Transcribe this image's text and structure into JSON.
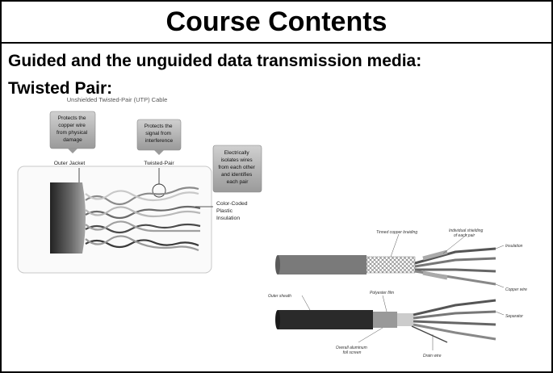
{
  "slide": {
    "title": "Course Contents",
    "heading": "Guided and the unguided data transmission media:",
    "subheading": "Twisted Pair:"
  },
  "utp_diagram": {
    "caption": "Unshielded Twisted-Pair (UTP) Cable",
    "callout_jacket": [
      "Protects the",
      "copper wire",
      "from physical",
      "damage"
    ],
    "callout_pair": [
      "Protects the",
      "signal from",
      "interference"
    ],
    "callout_insulation": [
      "Electrically",
      "isolates wires",
      "from each other",
      "and identifies",
      "each pair"
    ],
    "label_jacket": "Outer Jacket",
    "label_pair": "Twisted-Pair",
    "label_insulation": [
      "Color-Coded",
      "Plastic",
      "Insulation"
    ]
  },
  "stp_diagram": {
    "label_braid": "Tinned copper braiding",
    "label_individual": [
      "Individual shielding",
      "of each pair"
    ],
    "label_insulation": "Insulation",
    "label_copper": "Copper wire",
    "label_outer_sheath": "Outer sheath",
    "label_polyester": "Polyester film",
    "label_separator": "Separator",
    "label_drain": "Drain wire",
    "label_shield": [
      "Overall aluminum",
      "foil screen"
    ]
  },
  "colors": {
    "border": "#000000",
    "callout_fill": "#b0b0b0",
    "jacket_dark": "#2a2a2a",
    "jacket_light": "#9a9a9a"
  }
}
